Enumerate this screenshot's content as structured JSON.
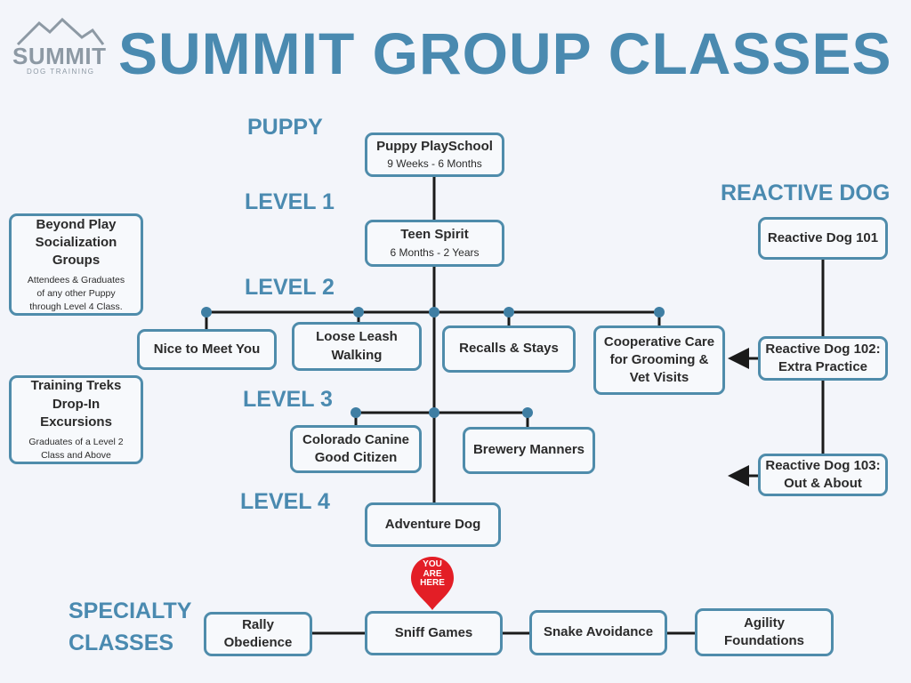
{
  "header": {
    "title": "SUMMIT GROUP CLASSES",
    "logo_word": "SUMMIT",
    "logo_sub": "DOG TRAINING"
  },
  "levels": {
    "puppy": "PUPPY",
    "level1": "LEVEL 1",
    "level2": "LEVEL 2",
    "level3": "LEVEL 3",
    "level4": "LEVEL 4",
    "reactive": "REACTIVE DOG",
    "specialty_1": "SPECIALTY",
    "specialty_2": "CLASSES"
  },
  "classes": {
    "puppy_playschool": {
      "title": "Puppy PlaySchool",
      "subtitle": "9 Weeks - 6 Months"
    },
    "teen_spirit": {
      "title": "Teen Spirit",
      "subtitle": "6 Months - 2 Years"
    },
    "nice_to_meet_you": "Nice to Meet You",
    "loose_leash": {
      "line1": "Loose Leash",
      "line2": "Walking"
    },
    "recalls_stays": "Recalls & Stays",
    "cooperative_care": {
      "line1": "Cooperative Care",
      "line2": "for Grooming &",
      "line3": "Vet Visits"
    },
    "colorado_canine": {
      "line1": "Colorado Canine",
      "line2": "Good Citizen"
    },
    "brewery_manners": "Brewery Manners",
    "adventure_dog": "Adventure Dog"
  },
  "side": {
    "beyond_play": {
      "line1": "Beyond Play",
      "line2": "Socialization",
      "line3": "Groups",
      "note1": "Attendees & Graduates",
      "note2": "of any other Puppy",
      "note3": "through Level 4 Class."
    },
    "training_treks": {
      "line1": "Training Treks",
      "line2": "Drop-In",
      "line3": "Excursions",
      "note1": "Graduates of a Level 2",
      "note2": "Class and Above"
    }
  },
  "reactive": {
    "r101": "Reactive Dog 101",
    "r102": {
      "line1": "Reactive Dog 102:",
      "line2": "Extra Practice"
    },
    "r103": {
      "line1": "Reactive Dog 103:",
      "line2": "Out & About"
    }
  },
  "specialty": {
    "rally": "Rally Obedience",
    "sniff": "Sniff Games",
    "snake": "Snake Avoidance",
    "agility": {
      "line1": "Agility",
      "line2": "Foundations"
    }
  },
  "marker": {
    "line1": "YOU",
    "line2": "ARE",
    "line3": "HERE"
  },
  "colors": {
    "accent": "#4a8ab0",
    "box_border": "#4f8cab",
    "connector": "#1a1a1a",
    "marker": "#e31e26"
  }
}
